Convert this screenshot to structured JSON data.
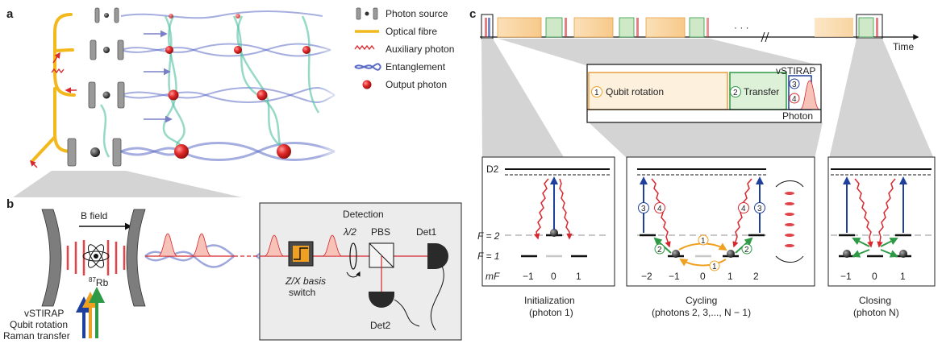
{
  "panel_labels": {
    "a": "a",
    "b": "b",
    "c": "c"
  },
  "legend": {
    "photon_source": "Photon source",
    "optical_fibre": "Optical fibre",
    "auxiliary_photon": "Auxiliary photon",
    "entanglement": "Entanglement",
    "output_photon": "Output photon"
  },
  "panel_b": {
    "b_field": "B field",
    "atom_label": "87Rb",
    "atom_label_sup": "87",
    "atom_label_main": "Rb",
    "detection_title": "Detection",
    "half_wave": "λ/2",
    "pbs": "PBS",
    "det1": "Det1",
    "det2": "Det2",
    "basis_switch_line1": "Z/X basis",
    "basis_switch_line2": "switch",
    "beams": [
      "vSTIRAP",
      "Qubit rotation",
      "Raman transfer"
    ]
  },
  "panel_c": {
    "time_axis": "Time",
    "ellipsis": "· · ·",
    "zoom": {
      "qubit_rotation": "Qubit rotation",
      "transfer": "Transfer",
      "vstirap": "vSTIRAP",
      "photon": "Photon",
      "step_numbers": [
        "1",
        "2",
        "3",
        "4"
      ]
    },
    "levels": {
      "d2": "D2",
      "f2": "F = 2",
      "f1": "F = 1",
      "mf": "mF"
    },
    "init_ticks": [
      "−1",
      "0",
      "1"
    ],
    "cycling_ticks": [
      "−2",
      "−1",
      "0",
      "1",
      "2"
    ],
    "closing_ticks": [
      "−1",
      "0",
      "1"
    ],
    "captions": {
      "initialization_title": "Initialization",
      "initialization_sub": "(photon 1)",
      "cycling_title": "Cycling",
      "cycling_sub": "(photons 2, 3,..., N − 1)",
      "closing_title": "Closing",
      "closing_sub": "(photon N)"
    }
  },
  "colors": {
    "vstirap": "#1f3f9c",
    "qubit_rotation": "#f0a020",
    "raman_transfer": "#2e9a45",
    "photon": "#d7282f",
    "fibre": "#f2b81c",
    "entanglement": "#5b6cc4",
    "aux": "#4fbfa0"
  }
}
